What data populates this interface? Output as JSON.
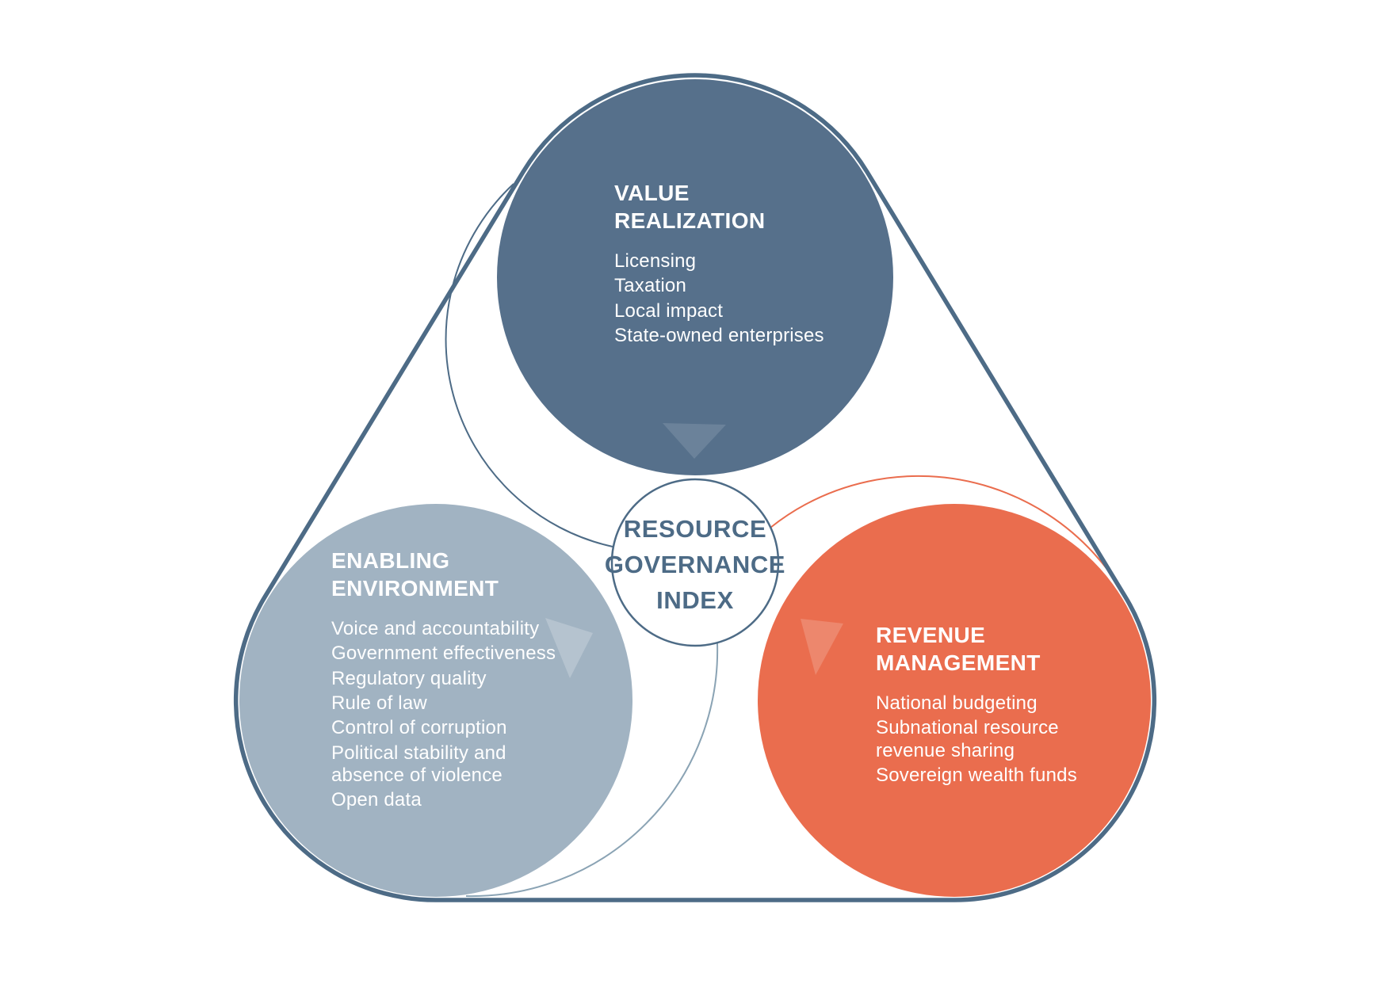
{
  "diagram": {
    "center": {
      "line1": "RESOURCE",
      "line2": "GOVERNANCE",
      "line3": "INDEX"
    },
    "sections": [
      {
        "id": "value-realization",
        "title_line1": "VALUE",
        "title_line2": "REALIZATION",
        "items": [
          "Licensing",
          "Taxation",
          "Local impact",
          "State-owned enterprises"
        ],
        "color": "#56708b"
      },
      {
        "id": "enabling-environment",
        "title_line1": "ENABLING",
        "title_line2": "ENVIRONMENT",
        "items": [
          "Voice and accountability",
          "Government effectiveness",
          "Regulatory quality",
          "Rule of law",
          "Control of corruption",
          "Political stability and absence of violence",
          "Open data"
        ],
        "color": "#a1b3c2"
      },
      {
        "id": "revenue-management",
        "title_line1": "REVENUE",
        "title_line2": "MANAGEMENT",
        "items": [
          "National budgeting",
          "Subnational resource revenue sharing",
          "Sovereign wealth funds"
        ],
        "color": "#ea6d4e"
      }
    ],
    "colors": {
      "outline": "#4d6b86",
      "center_text": "#4d6b86",
      "top_arc": "#4d6b86",
      "left_arc": "#8aa3b4",
      "right_arc": "#ea6d4e",
      "background": "#ffffff"
    }
  }
}
